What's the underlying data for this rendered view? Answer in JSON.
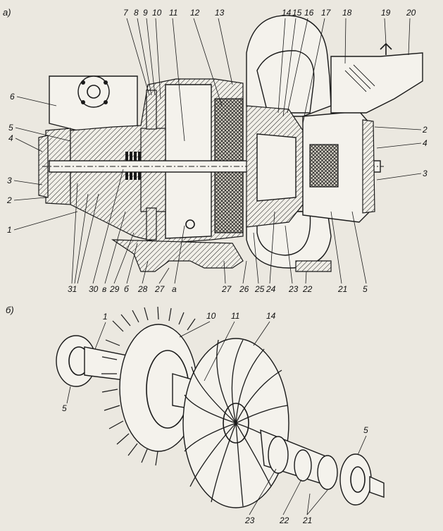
{
  "panels": {
    "a": "а)",
    "b": "б)"
  },
  "top_labels": [
    {
      "id": "7",
      "text": "7"
    },
    {
      "id": "8",
      "text": "8"
    },
    {
      "id": "9",
      "text": "9"
    },
    {
      "id": "10",
      "text": "10"
    },
    {
      "id": "11",
      "text": "11"
    },
    {
      "id": "12",
      "text": "12"
    },
    {
      "id": "13",
      "text": "13"
    },
    {
      "id": "14",
      "text": "14"
    },
    {
      "id": "15",
      "text": "15"
    },
    {
      "id": "16",
      "text": "16"
    },
    {
      "id": "17",
      "text": "17"
    },
    {
      "id": "18",
      "text": "18"
    },
    {
      "id": "19",
      "text": "19"
    },
    {
      "id": "20",
      "text": "20"
    }
  ],
  "left_labels": [
    {
      "id": "6",
      "text": "6"
    },
    {
      "id": "5",
      "text": "5"
    },
    {
      "id": "4",
      "text": "4"
    },
    {
      "id": "3",
      "text": "3"
    },
    {
      "id": "2",
      "text": "2"
    },
    {
      "id": "1",
      "text": "1"
    }
  ],
  "right_labels": [
    {
      "id": "2",
      "text": "2"
    },
    {
      "id": "4",
      "text": "4"
    },
    {
      "id": "3",
      "text": "3"
    }
  ],
  "bottom_labels": [
    {
      "id": "31",
      "text": "31"
    },
    {
      "id": "30",
      "text": "30"
    },
    {
      "id": "v",
      "text": "в"
    },
    {
      "id": "29",
      "text": "29"
    },
    {
      "id": "b",
      "text": "б"
    },
    {
      "id": "28",
      "text": "28"
    },
    {
      "id": "27a",
      "text": "27"
    },
    {
      "id": "a",
      "text": "а"
    },
    {
      "id": "27b",
      "text": "27"
    },
    {
      "id": "26",
      "text": "26"
    },
    {
      "id": "25",
      "text": "25"
    },
    {
      "id": "24",
      "text": "24"
    },
    {
      "id": "23",
      "text": "23"
    },
    {
      "id": "22",
      "text": "22"
    },
    {
      "id": "21",
      "text": "21"
    },
    {
      "id": "5",
      "text": "5"
    }
  ],
  "rotor_labels": [
    {
      "id": "1",
      "text": "1"
    },
    {
      "id": "10",
      "text": "10"
    },
    {
      "id": "11",
      "text": "11"
    },
    {
      "id": "14",
      "text": "14"
    },
    {
      "id": "5a",
      "text": "5"
    },
    {
      "id": "5b",
      "text": "5"
    },
    {
      "id": "23",
      "text": "23"
    },
    {
      "id": "22",
      "text": "22"
    },
    {
      "id": "21",
      "text": "21"
    }
  ]
}
